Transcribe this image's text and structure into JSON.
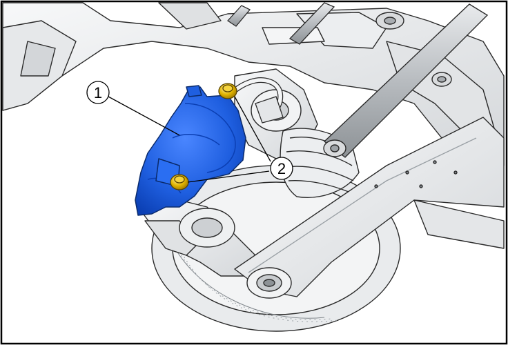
{
  "figure": {
    "border_color": "#000000",
    "background": "#ffffff",
    "line_color": "#2a2a2a",
    "metal_light": "#f2f3f4",
    "metal_mid": "#d9dbdd",
    "metal_dark": "#b9bcbf",
    "caliper_color": "#1f5fe0",
    "caliper_dark": "#0b3fb3",
    "bolt_color": "#e1b400",
    "bolt_dark": "#a07c00"
  },
  "callouts": [
    {
      "id": "1",
      "label": "1",
      "part": "brake-caliper"
    },
    {
      "id": "2",
      "label": "2",
      "part": "caliper-bolts"
    }
  ]
}
